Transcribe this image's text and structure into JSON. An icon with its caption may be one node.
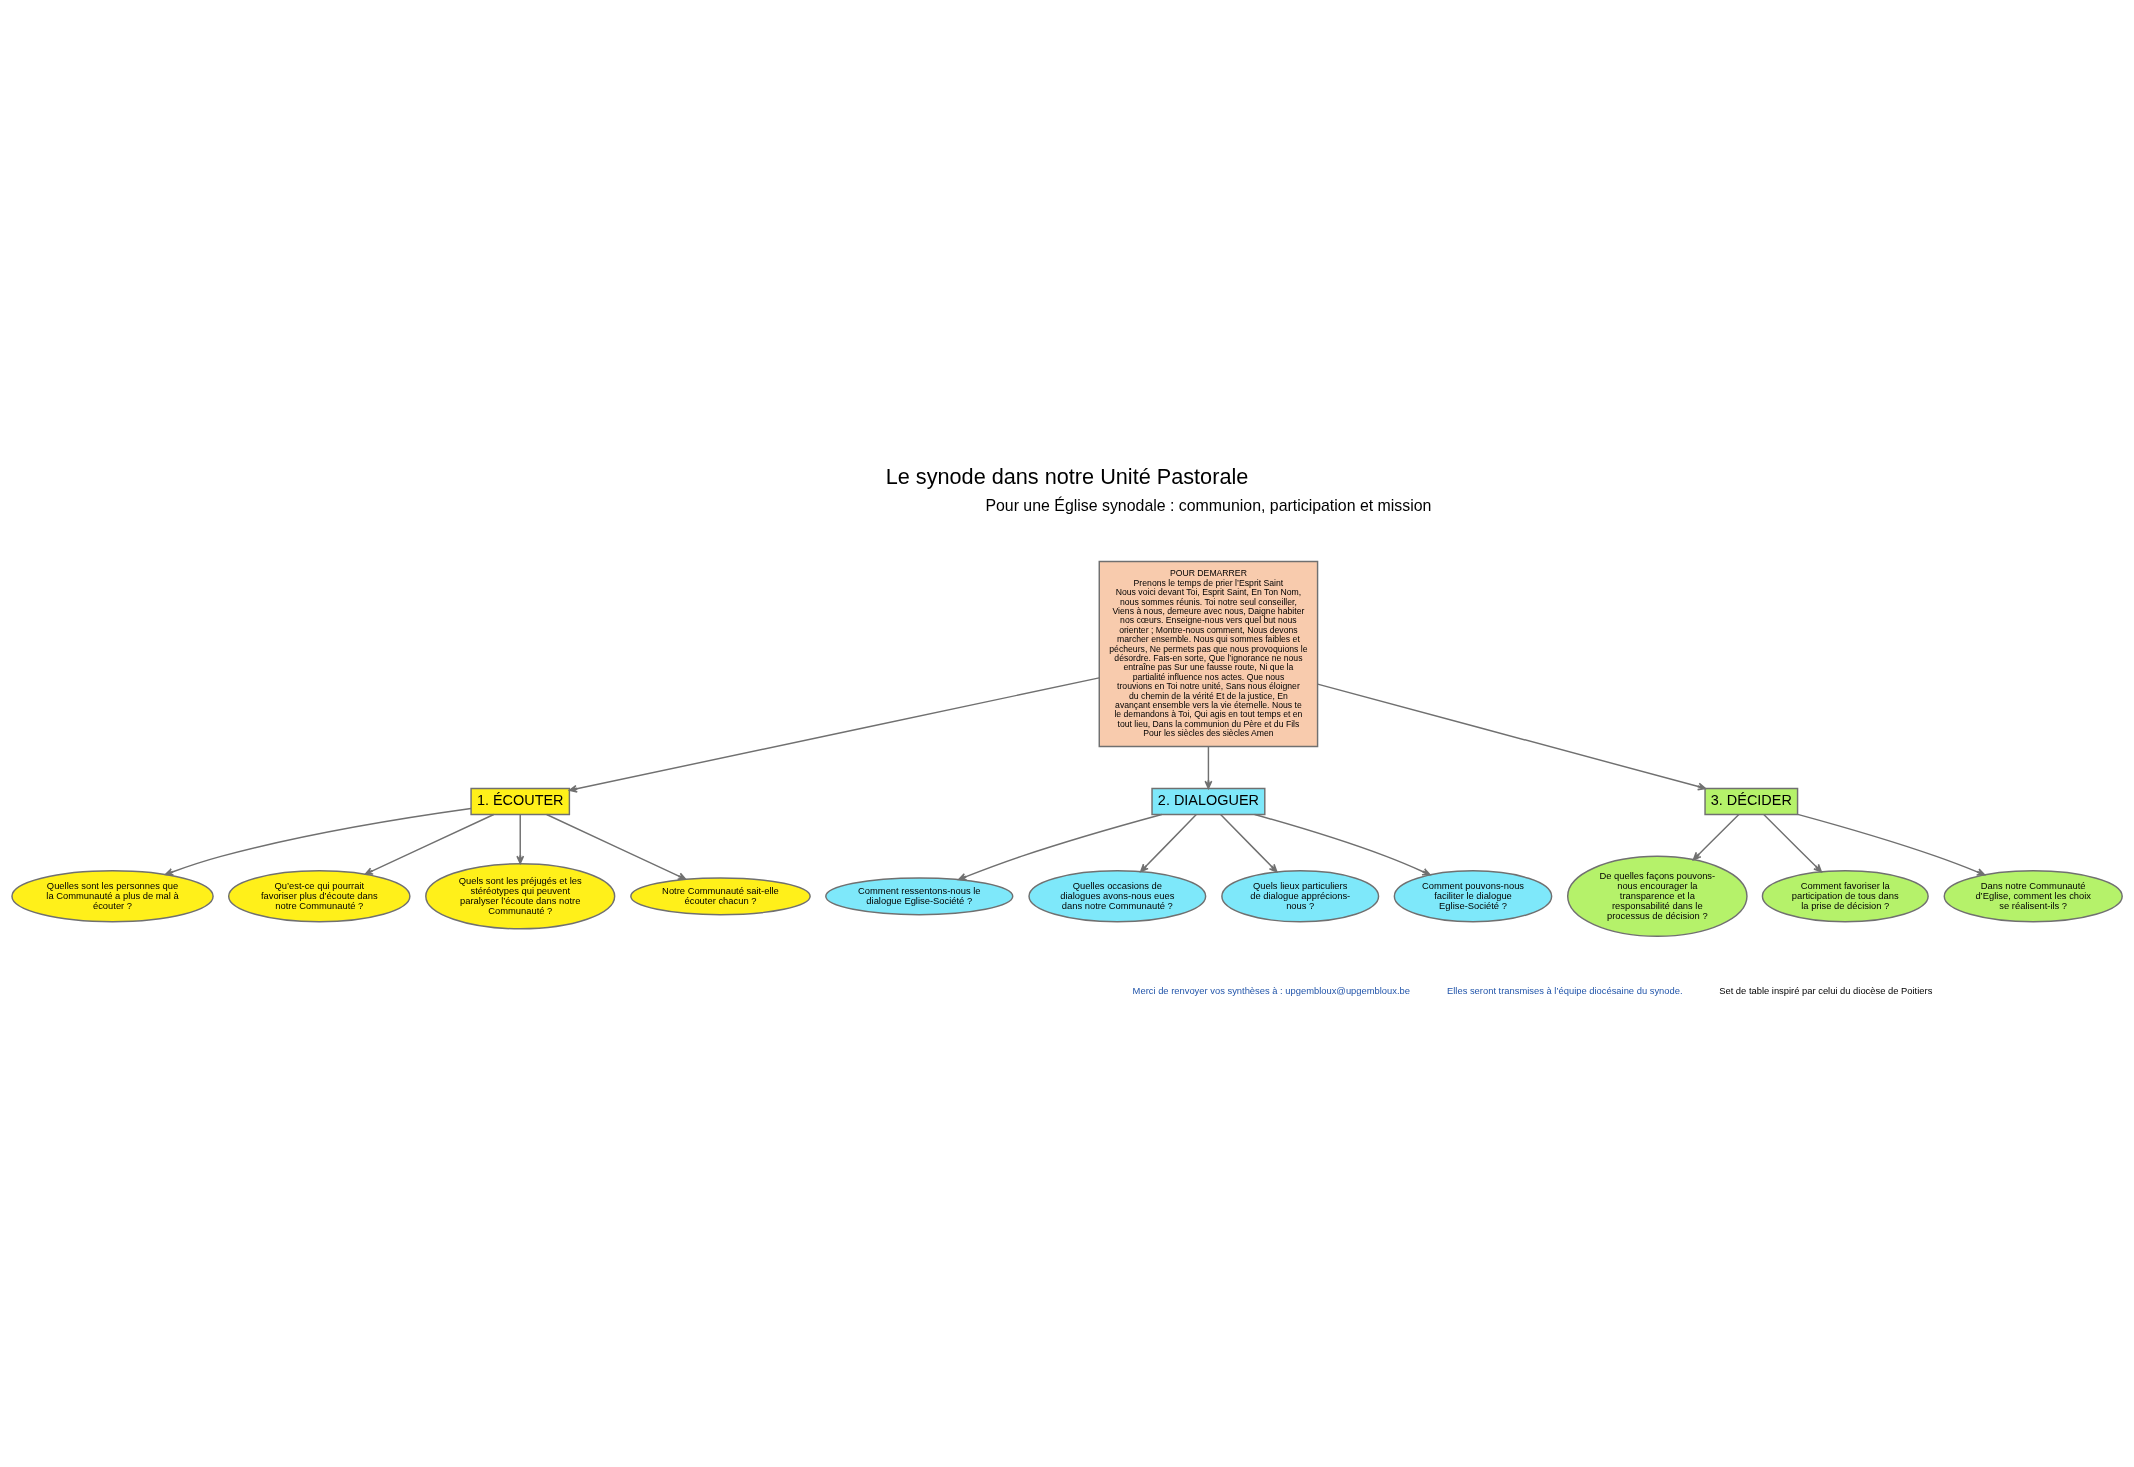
{
  "diagram": {
    "title": "Le synode dans notre Unité Pastorale",
    "nodes": [
      {
        "text": [
          "POUR DEMARRER",
          "Prenons le temps de prier l’Esprit Saint",
          "Nous voici devant Toi, Esprit Saint, En Ton Nom, nous sommes réunis. Toi notre seul conseiller, Viens à nous, demeure avec nous, Daigne habiter nos cœurs. Enseigne-nous vers quel but nous orienter ; Montre-nous comment, Nous devons marcher ensemble. Nous qui sommes faibles et pécheurs, Ne permets pas que nous provoquions le désordre. Fais-en sorte, Que l’ignorance ne nous entraîne pas Sur une fausse route, Ni que la partialité influence nos actes. Que nous trouvions en Toi notre unité, Sans nous éloigner du chemin de la vérité Et de la justice, En avançant ensemble vers la vie éternelle. Nous te le demandons à Toi, Qui agis en tout temps et en tout lieu, Dans la communion du Père et du Fils Pour les siècles des siècles Amen"
        ]
      },
      {
        "text": [
          "1. ÉCOUTER"
        ]
      },
      {
        "text": [
          "2. DIALOGUER"
        ]
      },
      {
        "text": [
          "3. DÉCIDER"
        ]
      },
      {
        "text": [
          "Notre Communauté sait-elle écouter chacun ?"
        ]
      },
      {
        "text": [
          "Quelles sont les personnes que la Communauté a plus de mal à écouter ?"
        ]
      },
      {
        "text": [
          "Qu’est-ce qui pourrait favoriser plus d’écoute dans notre Communauté ?"
        ]
      },
      {
        "text": [
          "Quels sont les préjugés et les stéréotypes qui peuvent paralyser l’écoute dans notre Communauté ?"
        ]
      },
      {
        "text": [
          "Dans notre Communauté d’Eglise, comment les choix se réalisent-ils ?"
        ]
      },
      {
        "text": [
          "Comment favoriser la participation de tous dans la prise de décision ?"
        ]
      },
      {
        "text": [
          "De quelles façons pouvons-nous encourager la transparence et la responsabilité dans le processus de décision ?"
        ]
      },
      {
        "text": [
          "Quelles occasions de dialogues avons-nous eues dans notre Communauté ?"
        ]
      },
      {
        "text": [
          "Quels lieux particuliers de dialogue apprécions-nous ?"
        ]
      },
      {
        "text": [
          "Comment pouvons-nous faciliter le dialogue Eglise-Société ?"
        ]
      },
      {
        "text": [
          "Comment ressentons-nous le dialogue Eglise-Société ?"
        ]
      }
    ],
    "edges": [
      {
        "from": 0,
        "to": 1,
        "arrow": "to"
      },
      {
        "from": 0,
        "to": 3,
        "arrow": "to"
      },
      {
        "from": 0,
        "to": 2,
        "arrow": "to"
      },
      {
        "from": 1,
        "to": 4,
        "arrow": "to"
      },
      {
        "from": 1,
        "to": 5,
        "arrow": "to"
      },
      {
        "from": 1,
        "to": 6,
        "arrow": "to"
      },
      {
        "from": 1,
        "to": 7,
        "arrow": "to"
      },
      {
        "from": 3,
        "to": 8,
        "arrow": "to"
      },
      {
        "from": 3,
        "to": 9,
        "arrow": "to"
      },
      {
        "from": 3,
        "to": 10,
        "arrow": "to"
      },
      {
        "from": 2,
        "to": 11,
        "arrow": "to"
      },
      {
        "from": 2,
        "to": 12,
        "arrow": "to"
      },
      {
        "from": 2,
        "to": 13,
        "arrow": "to"
      },
      {
        "from": 2,
        "to": 14,
        "arrow": "to"
      }
    ],
    "labels": [
      "Pour une Église synodale : communion, participation et mission",
      "Merci de renvoyer vos synthèses à : upgembloux@upgembloux.be",
      "Elles seront transmises à l’équipe diocésaine du synode.",
      "Set de table inspiré par celui du diocèse de Poitiers"
    ]
  }
}
